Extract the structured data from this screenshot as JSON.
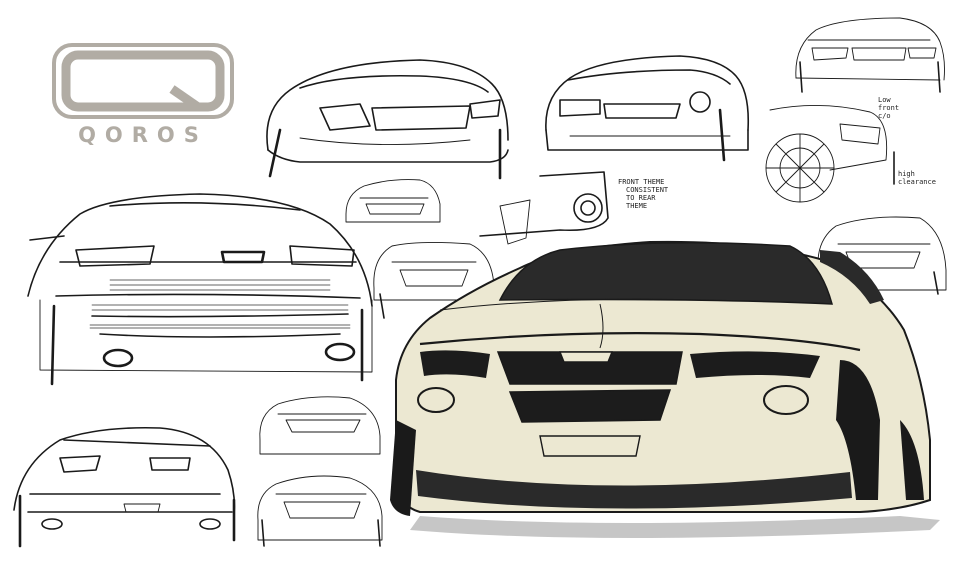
{
  "brand": {
    "wordmark": "QOROS",
    "mark_letter": "Q",
    "logo_color": "#b1aca4"
  },
  "annotations": {
    "front_theme_line1": "FRONT THEME",
    "front_theme_line2": "CONSISTENT",
    "front_theme_line3": "TO REAR",
    "front_theme_line4": "THEME",
    "low_front_line1": "Low",
    "low_front_line2": "front",
    "low_front_line3": "c/o",
    "high_clearance_line1": "high",
    "high_clearance_line2": "clearance"
  },
  "colors": {
    "ink": "#1a1a1a",
    "paper": "#ffffff",
    "body_tone": "#ece8d2",
    "shadow": "#2a2a2a"
  }
}
